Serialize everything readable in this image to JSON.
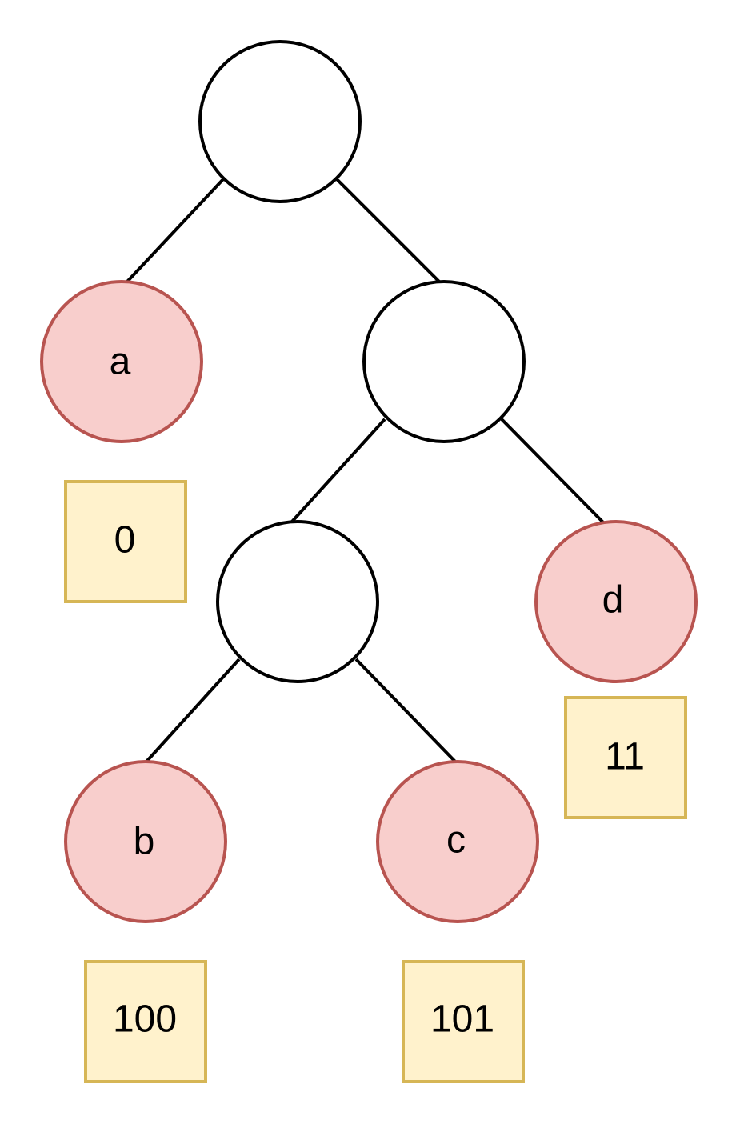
{
  "tree": {
    "colors": {
      "edge": "#000000",
      "internal_fill": "#ffffff",
      "internal_stroke": "#000000",
      "leaf_fill": "#f8cecc",
      "leaf_stroke": "#b85450",
      "code_fill": "#fff2cc",
      "code_stroke": "#d6b656"
    },
    "leaves": {
      "a": {
        "label": "a",
        "code": "0"
      },
      "b": {
        "label": "b",
        "code": "100"
      },
      "c": {
        "label": "c",
        "code": "101"
      },
      "d": {
        "label": "d",
        "code": "11"
      }
    }
  }
}
